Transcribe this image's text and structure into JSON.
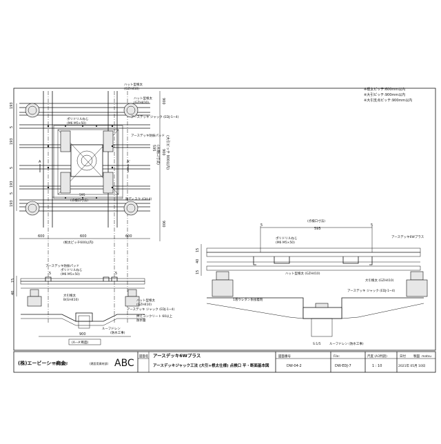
{
  "notes": [
    "※根太ピッチ:600mm以内",
    "※大引ピッチ:900mm以内",
    "※大引支点ピッチ:900mm以内"
  ],
  "plan": {
    "labels": {
      "hat_joist": "ハット型根太",
      "hat_joist_code": "(GZH410)",
      "hat_joist2": "ハット型根太",
      "hat_joist2_code": "(GZH410)",
      "screw": "ポリドリルねじ",
      "screw_spec": "(M6 M5×50)",
      "jack": "アースデッキ ジャック (EDJ-1~4)",
      "pad": "アースデッキ防振パッド",
      "cover": "防ディスク (GH-4)",
      "inspect": "(点検口寸法)",
      "inspect_dim": "595",
      "pitch_vert_a": "900",
      "pitch_vert_b": "(大引ピッチ 900以内)",
      "pitch_vert_c": "900",
      "pitch_vert_d": "900",
      "inner_dim": "595",
      "inner_dim_label": "(点検口寸法)",
      "section_mark_a": "A",
      "section_mark_b": "A'"
    },
    "left_dims": [
      "193",
      "5",
      "193",
      "5",
      "193",
      "5",
      "193"
    ],
    "bottom_dims": [
      "600",
      "600",
      "600"
    ],
    "bottom_caption": "(根太ピッチ600以内)"
  },
  "section_aa": {
    "labels": {
      "pad": "アースデッキ防振パッド",
      "screw": "ポリドリルねじ",
      "screw_spec": "(M6 M5×50)",
      "beam": "大引根太",
      "beam_code": "B(GH410)",
      "hat": "ハット型根太",
      "hat_code": "(GZH410)",
      "jack": "アースデッキ ジャック (EDJ-1~4)",
      "drain": "ルーフドレン",
      "concrete": "押えコンクリート 60以上",
      "waterproof": "防水層",
      "drain_note": "(防水工事)"
    },
    "dims_left": [
      "15",
      "40"
    ],
    "dim_5": "5",
    "dim_bottom": "900",
    "caption": "(A—A'断面)"
  },
  "section_main": {
    "labels": {
      "inspect_label": "(点検口寸法)",
      "inspect_dim": "595",
      "dim_5a": "5",
      "dim_5b": "5",
      "deck": "アースデッキ6Wプラス",
      "screw": "ポリドリルねじ",
      "screw_spec": "(M6 M5×50)",
      "hat": "ハット型根太 (GZH410)",
      "beam": "大引根太 (GZH410)",
      "jack": "アースデッキ ジャック (EDJ-1~4)",
      "urethane": "1液ウレタン系接着剤",
      "drain": "ルーフドレン (防水工事)",
      "slope": "S:1/5"
    },
    "dims_left": [
      "15",
      "40",
      "15"
    ]
  },
  "title_block": {
    "company": "(株)エービーシー商会",
    "division": "建材営業部",
    "division2": "(建設用資材部)",
    "logo": "ABC",
    "drawing_name_label": "図面名",
    "drawing_name_1": "アースデッキ6Wプラス",
    "drawing_name_2": "アースデッキジャック工法 (大引+根太仕様) 点検口 平・断面基本図",
    "drawing_no_label": "図面番号",
    "drawing_no": "DW-04-2",
    "file_label": "File:",
    "file": "DW-EDJ-7",
    "scale_label": "尺度 (A3判読)",
    "scale": "1 : 10",
    "date_label": "日付",
    "date": "2021年 05月 10日",
    "author_label": "製図",
    "author": "matsu"
  }
}
